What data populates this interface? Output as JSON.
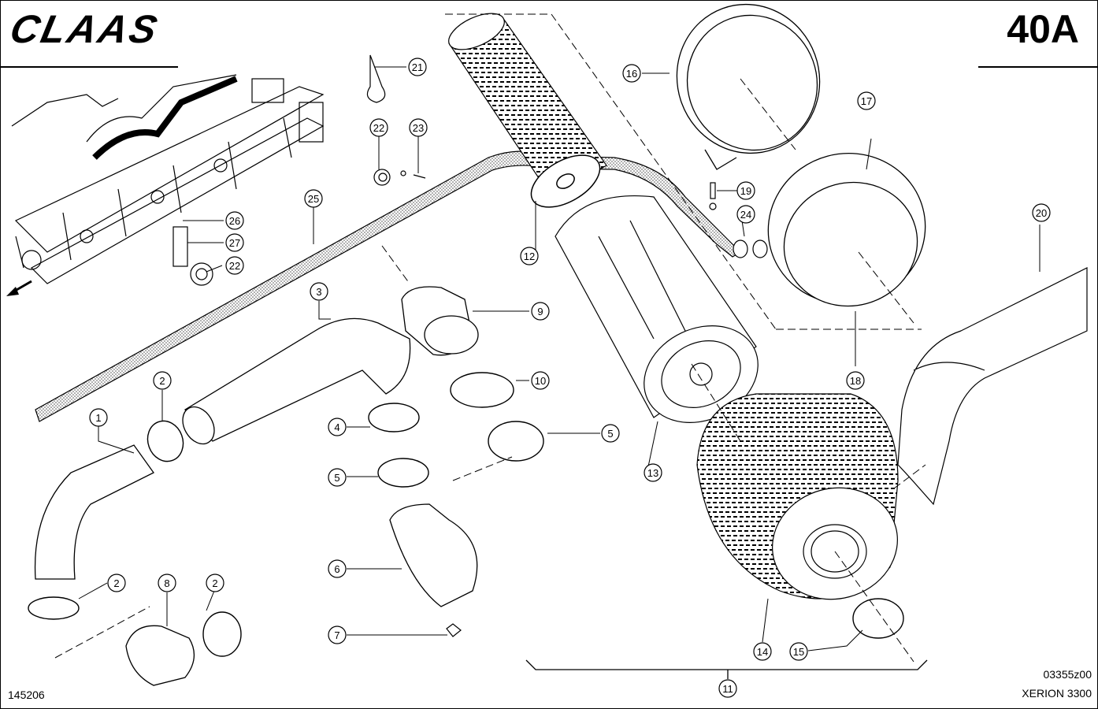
{
  "header": {
    "brand": "CLAAS",
    "sheet_code": "40A"
  },
  "footer": {
    "drawing_number": "145206",
    "ref_code": "03355z00",
    "model": "XERION 3300"
  },
  "callouts": [
    {
      "label": "1"
    },
    {
      "label": "2"
    },
    {
      "label": "2"
    },
    {
      "label": "2"
    },
    {
      "label": "3"
    },
    {
      "label": "4"
    },
    {
      "label": "5"
    },
    {
      "label": "5"
    },
    {
      "label": "6"
    },
    {
      "label": "7"
    },
    {
      "label": "8"
    },
    {
      "label": "9"
    },
    {
      "label": "10"
    },
    {
      "label": "11"
    },
    {
      "label": "12"
    },
    {
      "label": "13"
    },
    {
      "label": "14"
    },
    {
      "label": "15"
    },
    {
      "label": "16"
    },
    {
      "label": "17"
    },
    {
      "label": "18"
    },
    {
      "label": "19"
    },
    {
      "label": "20"
    },
    {
      "label": "21"
    },
    {
      "label": "22"
    },
    {
      "label": "22"
    },
    {
      "label": "23"
    },
    {
      "label": "24"
    },
    {
      "label": "25"
    },
    {
      "label": "26"
    },
    {
      "label": "27"
    }
  ],
  "colors": {
    "line": "#000000",
    "background": "#ffffff",
    "hatch": "#666666"
  },
  "icons": {
    "direction_arrow": "arrow-left-down-icon"
  }
}
